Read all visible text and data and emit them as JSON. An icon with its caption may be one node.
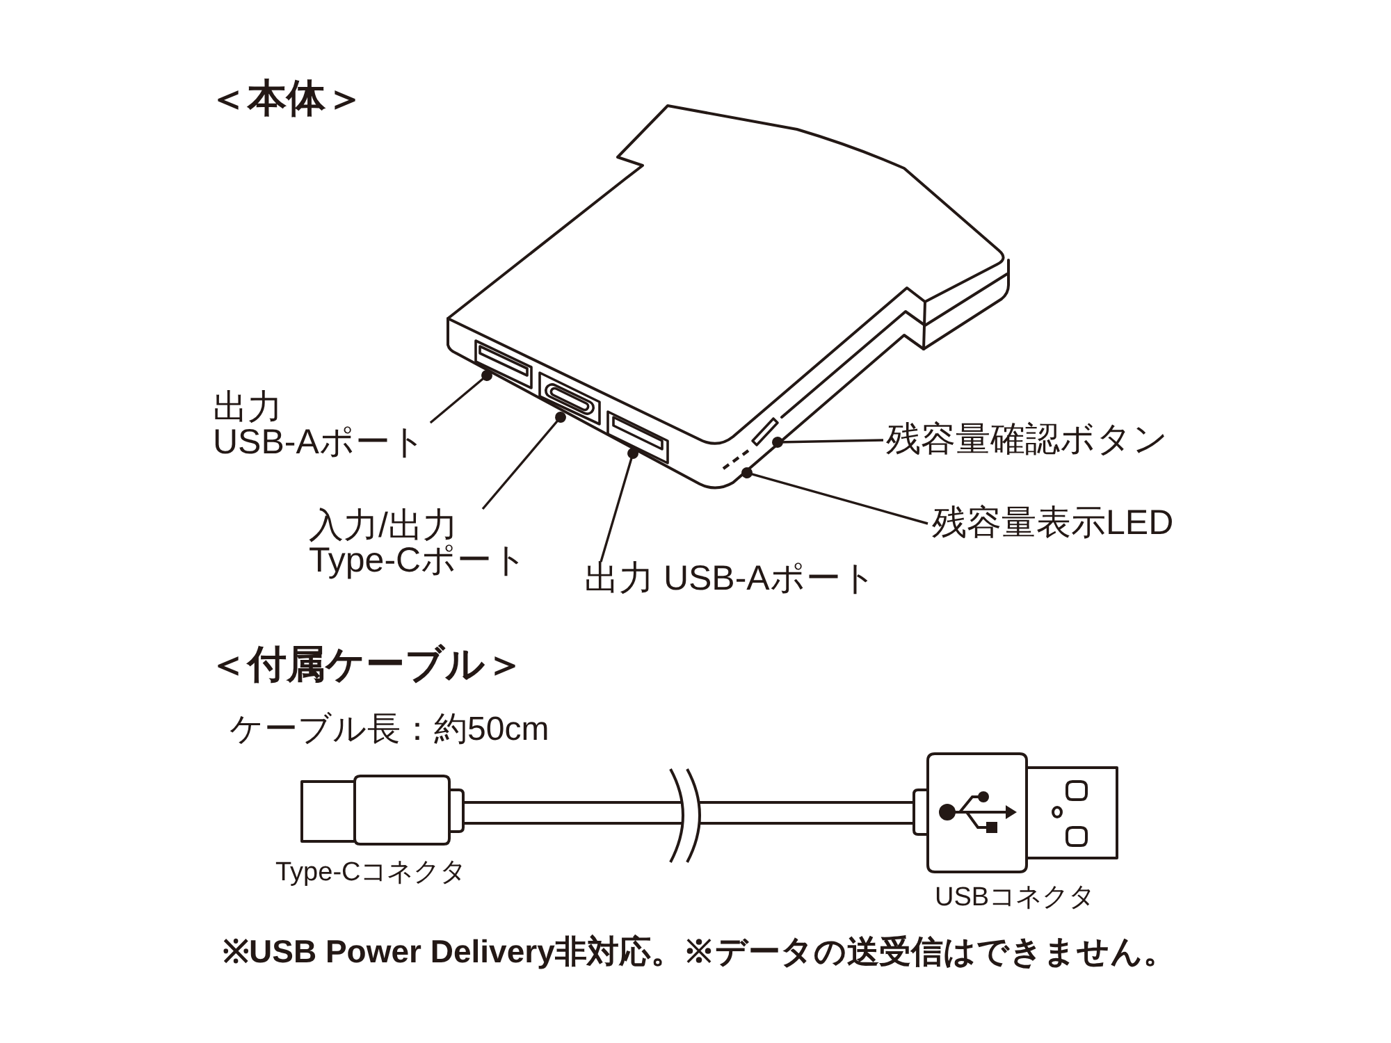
{
  "diagram": {
    "nodes": [
      {
        "text": [
          "出力 USB-Aポート"
        ]
      },
      {
        "text": [
          "入力/出力 Type-Cポート"
        ]
      },
      {
        "text": [
          "出力 USB-Aポート"
        ]
      },
      {
        "text": [
          "残容量確認ボタン"
        ]
      },
      {
        "text": [
          "残容量表示LED"
        ]
      },
      {
        "text": [],
        "shape": "box"
      },
      {
        "text": [],
        "shape": "box"
      },
      {
        "text": [],
        "shape": "box"
      },
      {
        "text": [],
        "shape": "box"
      },
      {
        "text": [],
        "shape": "bar"
      }
    ],
    "edges": [
      {
        "from": 0,
        "to": 5,
        "arrow": "other"
      },
      {
        "from": 1,
        "to": 6,
        "arrow": "other"
      },
      {
        "from": 2,
        "to": 7,
        "arrow": "other"
      },
      {
        "from": 3,
        "to": 8,
        "arrow": "other"
      },
      {
        "from": 4,
        "to": 9,
        "arrow": "other"
      }
    ],
    "labels": [
      "＜本体＞",
      "＜付属ケーブル＞",
      "ケーブル長：約50cm",
      "Type-Cコネクタ",
      "USBコネクタ",
      "※USB Power Delivery非対応。※データの送受信はできません。"
    ]
  }
}
